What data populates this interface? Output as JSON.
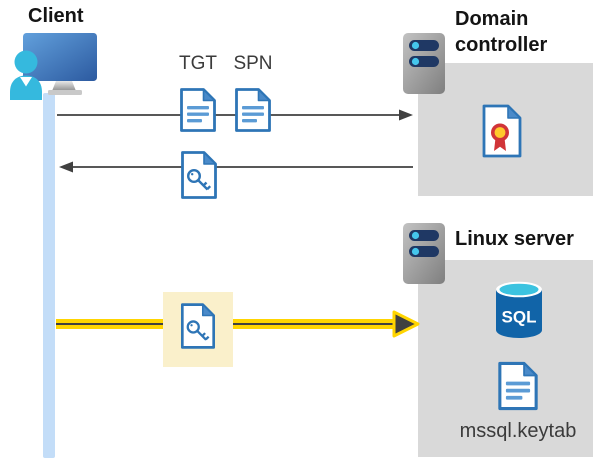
{
  "colors": {
    "page_bg": "#FFFFFF",
    "panel_gray": "#D9D9D9",
    "lifeline_blue": "#C3DDF8",
    "arrow_gray": "#404040",
    "arrow_yellow": "#FFD500",
    "highlight_bg": "#FAF0CB",
    "doc_blue": "#2E75B6",
    "doc_fold": "#4A8AC9",
    "doc_line": "#5B9BD5",
    "server_bar_navy": "#1F3864",
    "server_dot_cyan": "#45C6EC",
    "sql_body_blue": "#1164A8",
    "sql_top_cyan": "#3CC3E0",
    "cert_red": "#D13438",
    "cert_yellow": "#FFC92C",
    "person_cyan": "#35B9DE",
    "label_color": "#141414",
    "text_color": "#3B3B3B"
  },
  "client": {
    "label": "Client"
  },
  "domain_controller": {
    "label": "Domain controller"
  },
  "linux_server": {
    "label": "Linux server",
    "sql_text": "SQL",
    "keytab_label": "mssql.keytab"
  },
  "messages": {
    "tgt_label": "TGT",
    "spn_label": "SPN"
  },
  "icons": {
    "client": "client-computer-icon",
    "domain_controller": "server-icon",
    "linux_server": "server-icon",
    "tgt": "document-icon",
    "spn": "document-icon",
    "service_ticket": "key-document-icon",
    "certificate": "certificate-icon",
    "database": "sql-database-icon",
    "keytab_file": "document-icon"
  }
}
